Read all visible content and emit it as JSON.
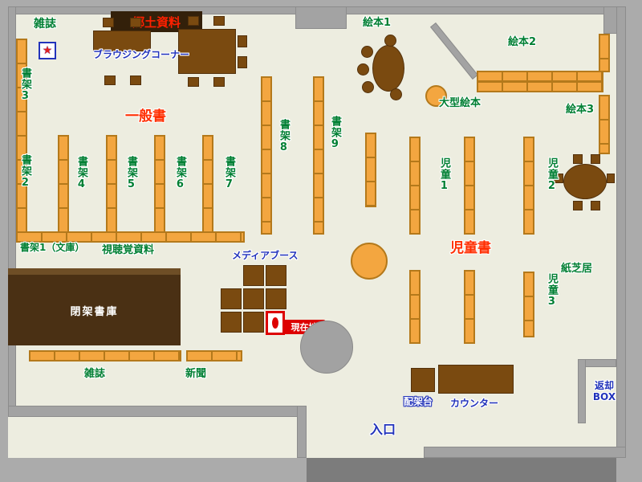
{
  "colors": {
    "floor": "#EDEDE0",
    "wall": "#A3A3A3",
    "shelf_orange": "#F3A640",
    "furniture_brown": "#7A4A10",
    "closed_stacks_bg": "#4A3014",
    "label_green": "#007F33",
    "label_blue": "#2233BB",
    "label_red": "#FF2D00",
    "current_location_red": "#DD0000"
  },
  "icons": {
    "magazine_marker": "★"
  },
  "labels": {
    "magazines_top": "雑誌",
    "local_materials": "郷土資料",
    "browsing_corner": "ブラウジングコーナー",
    "shelf_3": "書架3",
    "shelf_2": "書架2",
    "general_books": "一般書",
    "shelf_4": "書架4",
    "shelf_5": "書架5",
    "shelf_6": "書架6",
    "shelf_7": "書架7",
    "shelf_8": "書架8",
    "shelf_9": "書架9",
    "picture_books_1": "絵本1",
    "picture_books_2": "絵本2",
    "picture_books_3": "絵本3",
    "large_picture_books": "大型絵本",
    "children_1": "児童1",
    "children_2": "児童2",
    "children_3": "児童3",
    "children_books": "児童書",
    "kamishibai": "紙芝居",
    "shelf_1_bunko": "書架1（文庫）",
    "audiovisual_materials": "視聴覚資料",
    "media_booth": "メディアブース",
    "closed_stacks": "閉架書庫",
    "current_location": "現在地",
    "magazines_bottom": "雑誌",
    "newspapers": "新聞",
    "shelving_cart": "配架台",
    "counter": "カウンター",
    "return_box_lines": [
      "返却",
      "BOX"
    ],
    "entrance": "入口"
  }
}
